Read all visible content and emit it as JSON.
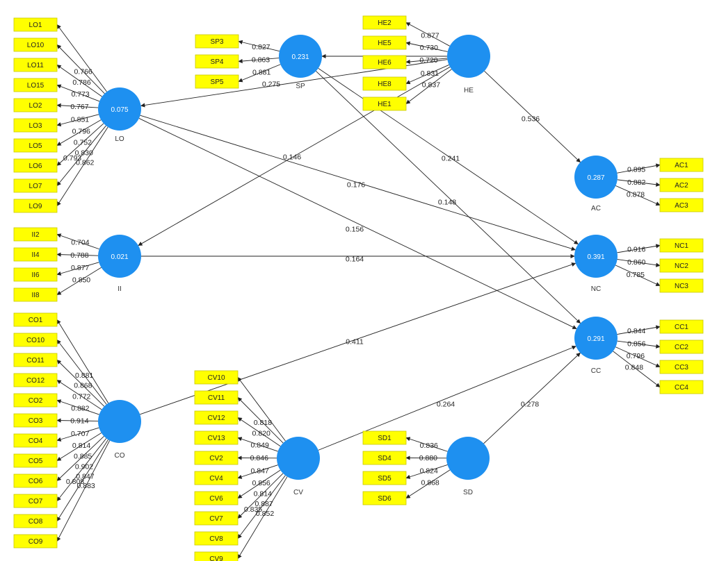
{
  "diagram": {
    "colors": {
      "indicator_fill": "#ffff00",
      "latent_fill": "#1e90f0",
      "line": "#222222"
    },
    "latents": [
      {
        "id": "LO",
        "name": "LO",
        "r2": "0.075"
      },
      {
        "id": "SP",
        "name": "SP",
        "r2": "0.231"
      },
      {
        "id": "HE",
        "name": "HE",
        "r2": ""
      },
      {
        "id": "II",
        "name": "II",
        "r2": "0.021"
      },
      {
        "id": "CO",
        "name": "CO",
        "r2": ""
      },
      {
        "id": "CV",
        "name": "CV",
        "r2": ""
      },
      {
        "id": "SD",
        "name": "SD",
        "r2": ""
      },
      {
        "id": "AC",
        "name": "AC",
        "r2": "0.287"
      },
      {
        "id": "NC",
        "name": "NC",
        "r2": "0.391"
      },
      {
        "id": "CC",
        "name": "CC",
        "r2": "0.291"
      }
    ],
    "indicators": {
      "LO": [
        {
          "label": "LO1",
          "loading": ""
        },
        {
          "label": "LO10",
          "loading": "0.766"
        },
        {
          "label": "LO11",
          "loading": "0.786"
        },
        {
          "label": "LO15",
          "loading": "0.773"
        },
        {
          "label": "LO2",
          "loading": "0.767"
        },
        {
          "label": "LO3",
          "loading": "0.851"
        },
        {
          "label": "LO5",
          "loading": "0.796"
        },
        {
          "label": "LO6",
          "loading": "0.752"
        },
        {
          "label": "LO7",
          "loading": "0.830"
        },
        {
          "label": "LO9",
          "loading": "0.862"
        }
      ],
      "LO_extra_loading": "0.793",
      "SP": [
        {
          "label": "SP3",
          "loading": "0.827"
        },
        {
          "label": "SP4",
          "loading": "0.863"
        },
        {
          "label": "SP5",
          "loading": "0.881"
        }
      ],
      "HE": [
        {
          "label": "HE2",
          "loading": "0.877"
        },
        {
          "label": "HE5",
          "loading": "0.730"
        },
        {
          "label": "HE6",
          "loading": "0.720"
        },
        {
          "label": "HE8",
          "loading": "0.831"
        },
        {
          "label": "HE1",
          "loading": "0.837"
        }
      ],
      "II": [
        {
          "label": "II2",
          "loading": "0.704"
        },
        {
          "label": "II4",
          "loading": "0.788"
        },
        {
          "label": "II6",
          "loading": "0.877"
        },
        {
          "label": "II8",
          "loading": "0.850"
        }
      ],
      "CO": [
        {
          "label": "CO1",
          "loading": ""
        },
        {
          "label": "CO10",
          "loading": "0.881"
        },
        {
          "label": "CO11",
          "loading": "0.868"
        },
        {
          "label": "CO12",
          "loading": "0.772"
        },
        {
          "label": "CO2",
          "loading": "0.882"
        },
        {
          "label": "CO3",
          "loading": "0.914"
        },
        {
          "label": "CO4",
          "loading": "0.707"
        },
        {
          "label": "CO5",
          "loading": "0.814"
        },
        {
          "label": "CO6",
          "loading": "0.885"
        },
        {
          "label": "CO7",
          "loading": "0.902"
        },
        {
          "label": "CO8",
          "loading": "0.847"
        },
        {
          "label": "CO9",
          "loading": "0.883"
        }
      ],
      "CO_extra_loading": "0.808",
      "CV": [
        {
          "label": "CV10",
          "loading": ""
        },
        {
          "label": "CV11",
          "loading": "0.818"
        },
        {
          "label": "CV12",
          "loading": "0.820"
        },
        {
          "label": "CV13",
          "loading": "0.849"
        },
        {
          "label": "CV2",
          "loading": "0.846"
        },
        {
          "label": "CV4",
          "loading": "0.847"
        },
        {
          "label": "CV6",
          "loading": "0.856"
        },
        {
          "label": "CV7",
          "loading": "0.814"
        },
        {
          "label": "CV8",
          "loading": "0.887"
        },
        {
          "label": "CV9",
          "loading": "0.852"
        }
      ],
      "CV_extra_loading": "0.835",
      "SD": [
        {
          "label": "SD1",
          "loading": "0.836"
        },
        {
          "label": "SD4",
          "loading": "0.880"
        },
        {
          "label": "SD5",
          "loading": "0.824"
        },
        {
          "label": "SD6",
          "loading": "0.868"
        }
      ],
      "AC": [
        {
          "label": "AC1",
          "loading": "0.895"
        },
        {
          "label": "AC2",
          "loading": "0.882"
        },
        {
          "label": "AC3",
          "loading": "0.878"
        }
      ],
      "NC": [
        {
          "label": "NC1",
          "loading": "0.916"
        },
        {
          "label": "NC2",
          "loading": "0.860"
        },
        {
          "label": "NC3",
          "loading": "0.785"
        }
      ],
      "CC": [
        {
          "label": "CC1",
          "loading": "0.844"
        },
        {
          "label": "CC2",
          "loading": "0.856"
        },
        {
          "label": "CC3",
          "loading": "0.796"
        },
        {
          "label": "CC4",
          "loading": "0.848"
        }
      ]
    },
    "paths": [
      {
        "from": "HE",
        "to": "SP",
        "coef": ""
      },
      {
        "from": "HE",
        "to": "LO",
        "coef": "0.275"
      },
      {
        "from": "HE",
        "to": "II",
        "coef": "0.146"
      },
      {
        "from": "HE",
        "to": "AC",
        "coef": "0.536"
      },
      {
        "from": "SP",
        "to": "NC",
        "coef": "0.241"
      },
      {
        "from": "SP",
        "to": "CC",
        "coef": "0.148"
      },
      {
        "from": "LO",
        "to": "NC",
        "coef": "0.176"
      },
      {
        "from": "LO",
        "to": "CC",
        "coef": "0.156"
      },
      {
        "from": "II",
        "to": "NC",
        "coef": "0.164"
      },
      {
        "from": "CO",
        "to": "NC",
        "coef": "0.411"
      },
      {
        "from": "CV",
        "to": "CC",
        "coef": "0.264"
      },
      {
        "from": "SD",
        "to": "CC",
        "coef": "0.278"
      }
    ]
  }
}
